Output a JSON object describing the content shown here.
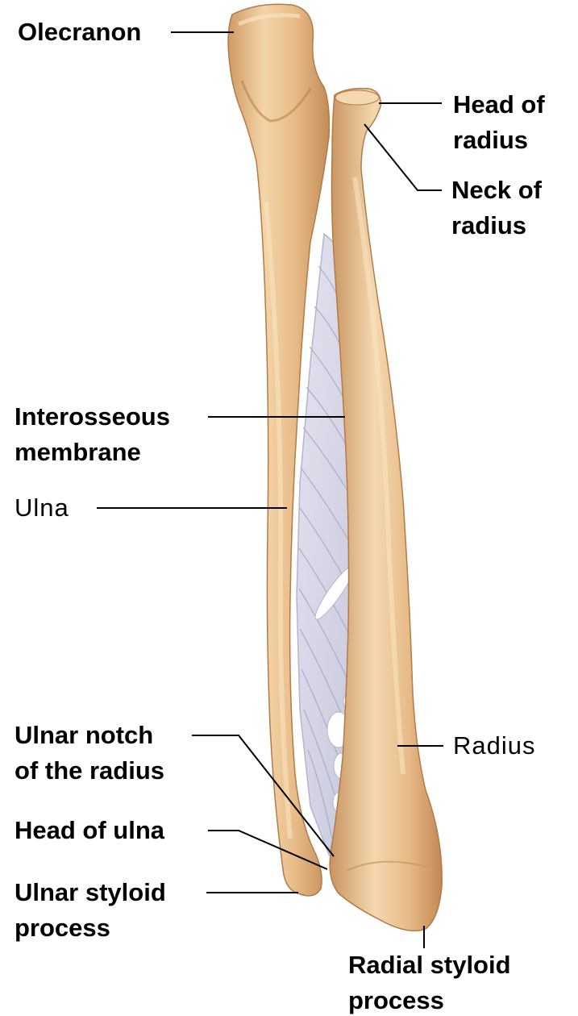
{
  "labels": {
    "olecranon": "Olecranon",
    "head_of_radius_1": "Head of",
    "head_of_radius_2": "radius",
    "neck_of_radius_1": "Neck of",
    "neck_of_radius_2": "radius",
    "interosseous_1": "Interosseous",
    "interosseous_2": "membrane",
    "ulna": "Ulna",
    "ulnar_notch_1": "Ulnar notch",
    "ulnar_notch_2": "of the radius",
    "radius": "Radius",
    "head_of_ulna": "Head of ulna",
    "ulnar_styloid_1": "Ulnar styloid",
    "ulnar_styloid_2": "process",
    "radial_styloid_1": "Radial styloid",
    "radial_styloid_2": "process"
  },
  "colors": {
    "bone": "#e7b886",
    "bone_light": "#f6dcb5",
    "bone_shadow": "#c99460",
    "membrane": "#d6d6e8",
    "membrane_fiber": "#a9a9c9",
    "leader_line": "#000000"
  }
}
